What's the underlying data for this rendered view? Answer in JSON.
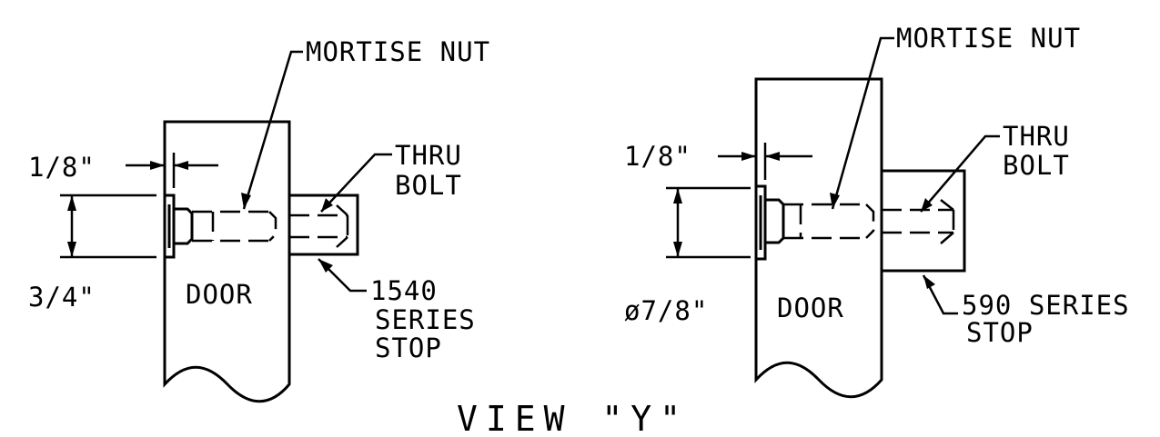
{
  "caption": "VIEW \"Y\"",
  "left": {
    "mortise_label": "MORTISE NUT",
    "thru_label_1": "THRU",
    "thru_label_2": "BOLT",
    "gap_dim": "1/8\"",
    "height_dim": "3/4\"",
    "door_label": "DOOR",
    "stop_label_1": "1540",
    "stop_label_2": "SERIES",
    "stop_label_3": "STOP"
  },
  "right": {
    "mortise_label": "MORTISE NUT",
    "thru_label_1": "THRU",
    "thru_label_2": "BOLT",
    "gap_dim": "1/8\"",
    "height_dim": "ø7/8\"",
    "door_label": "DOOR",
    "stop_label_1": "590 SERIES",
    "stop_label_2": "STOP"
  }
}
